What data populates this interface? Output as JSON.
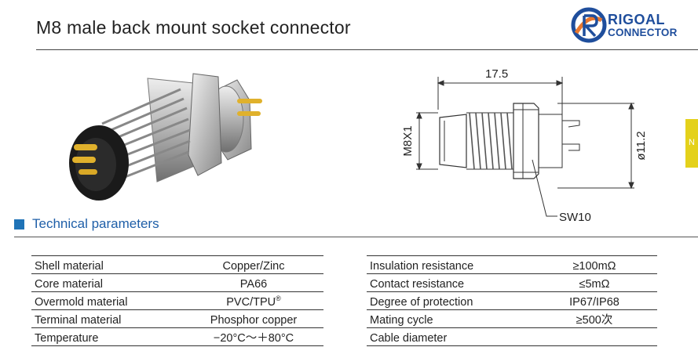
{
  "title": "M8 male back mount socket connector",
  "logo": {
    "line1": "RIGOAL",
    "line2": "CONNECTOR"
  },
  "drawing": {
    "length": "17.5",
    "thread": "M8X1",
    "diameter": "ø11.2",
    "wrench": "SW10"
  },
  "side_tab": {
    "label": "N"
  },
  "section": {
    "label": "Technical parameters"
  },
  "params_left": [
    {
      "label": "Shell material",
      "value": "Copper/Zinc"
    },
    {
      "label": "Core material",
      "value": "PA66"
    },
    {
      "label": "Overmold material",
      "value": "PVC/TPU"
    },
    {
      "label": "Terminal material",
      "value": "Phosphor copper"
    },
    {
      "label": "Temperature",
      "value": "−20°C～＋80°C"
    }
  ],
  "overmold_mark": "®",
  "params_right": [
    {
      "label": "Insulation resistance",
      "value": "≥100mΩ"
    },
    {
      "label": "Contact resistance",
      "value": "≤5mΩ"
    },
    {
      "label": "Degree of protection",
      "value": "IP67/IP68"
    },
    {
      "label": "Mating cycle",
      "value": "≥500次"
    },
    {
      "label": "Cable diameter",
      "value": ""
    }
  ],
  "colors": {
    "brand_blue": "#1f4e9c",
    "brand_orange": "#e8772e",
    "section_blue": "#1f73b7",
    "tab_yellow": "#e4d11b"
  }
}
